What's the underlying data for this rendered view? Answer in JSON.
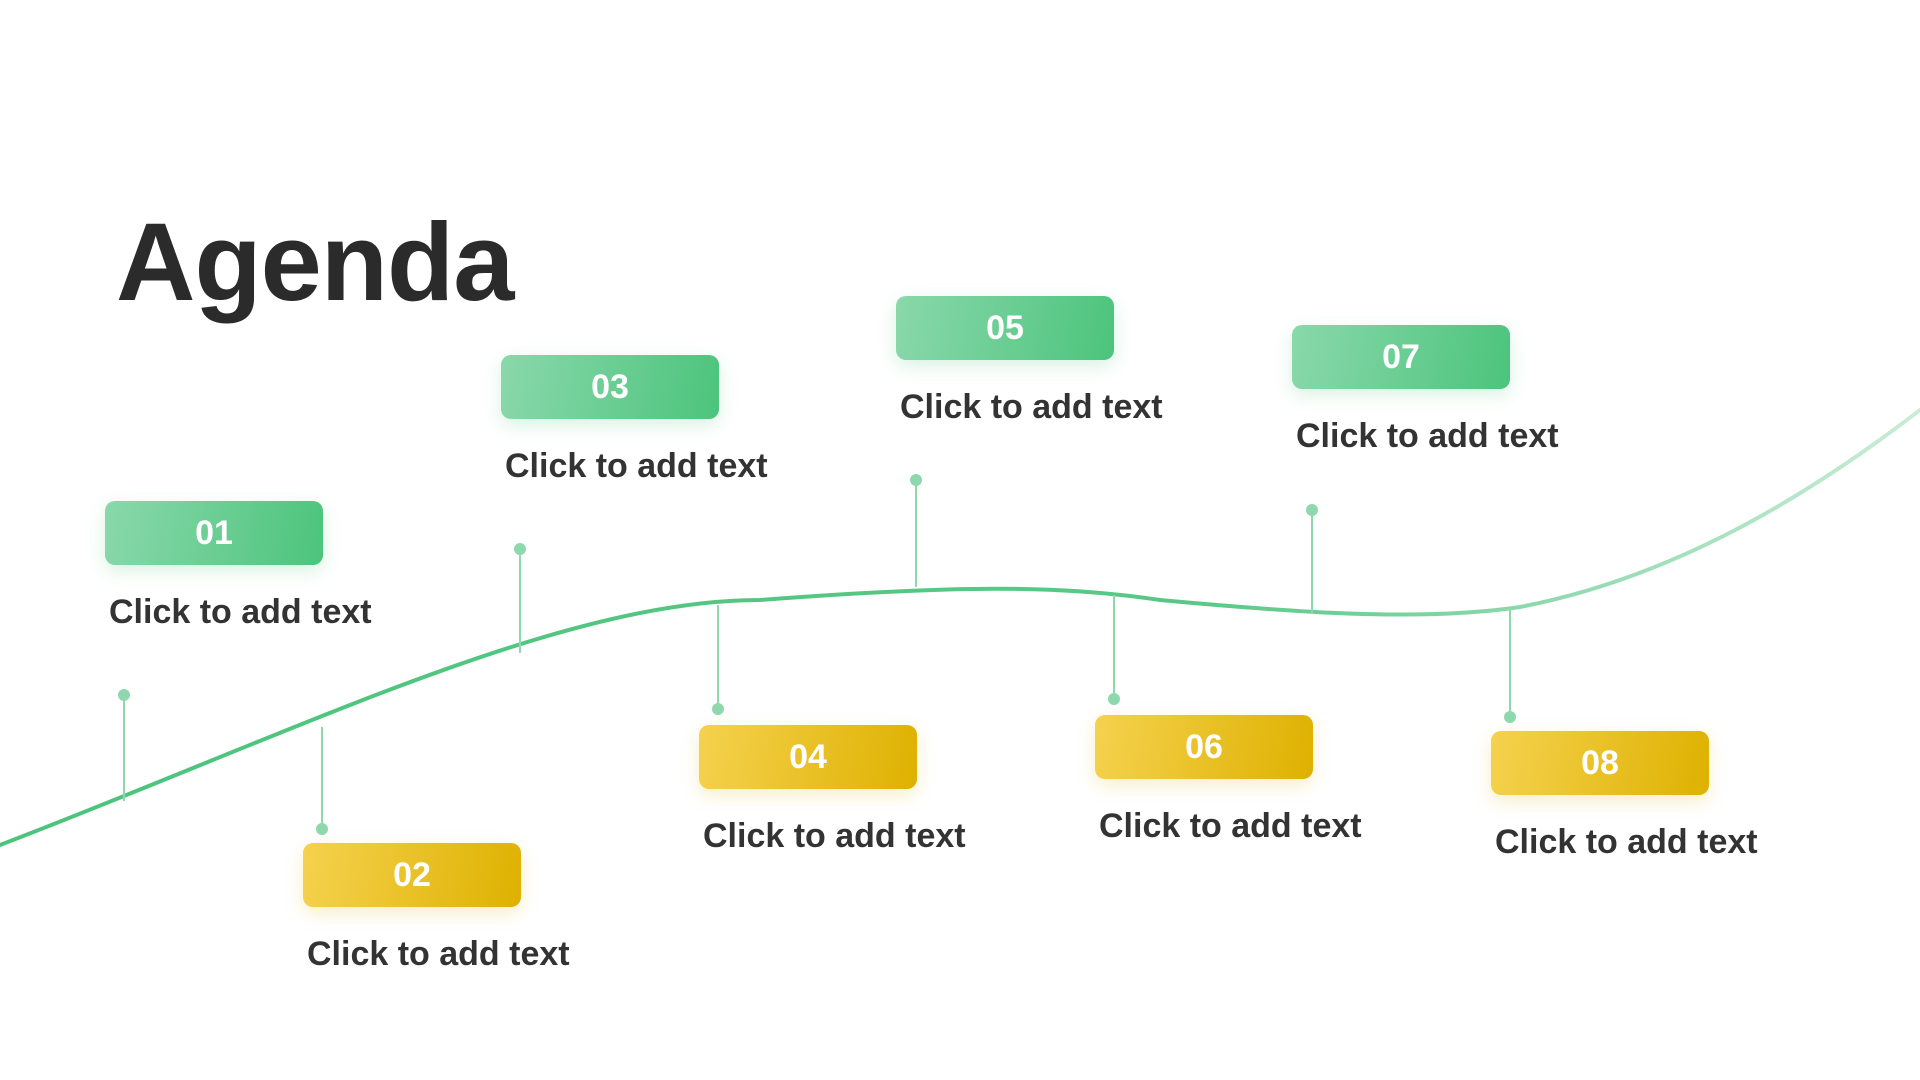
{
  "slide": {
    "title": "Agenda",
    "items": [
      {
        "number": "01",
        "text": "Click to add text",
        "color": "green"
      },
      {
        "number": "02",
        "text": "Click to add text",
        "color": "yellow"
      },
      {
        "number": "03",
        "text": "Click to add text",
        "color": "green"
      },
      {
        "number": "04",
        "text": "Click to add text",
        "color": "yellow"
      },
      {
        "number": "05",
        "text": "Click to add text",
        "color": "green"
      },
      {
        "number": "06",
        "text": "Click to add text",
        "color": "yellow"
      },
      {
        "number": "07",
        "text": "Click to add text",
        "color": "green"
      },
      {
        "number": "08",
        "text": "Click to add text",
        "color": "yellow"
      }
    ]
  },
  "colors": {
    "green": "#4cc47c",
    "green_light": "#8ad8ab",
    "yellow": "#deb100",
    "yellow_light": "#f5d24f",
    "title_text": "#2b2b2b",
    "body_text": "#333333"
  }
}
